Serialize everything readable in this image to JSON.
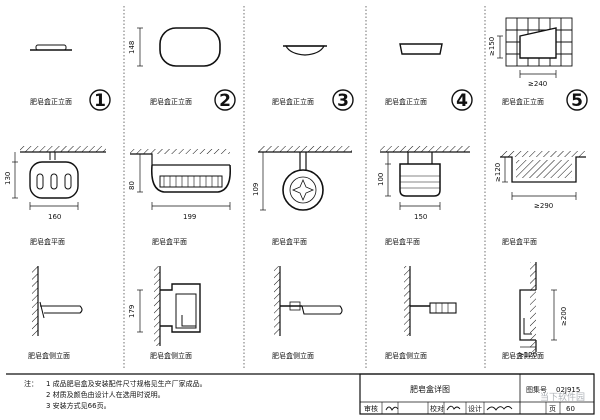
{
  "columns": [
    {
      "number": "1",
      "front_title": "肥皂盒正立面",
      "plan_title": "肥皂盒平面",
      "side_title": "肥皂盒侧立面",
      "plan_w": "160",
      "plan_h": "130"
    },
    {
      "number": "2",
      "front_title": "肥皂盒正立面",
      "front_h": "148",
      "plan_title": "肥皂盒平面",
      "side_title": "肥皂盒侧立面",
      "plan_w": "199",
      "plan_h": "80",
      "side_h": "179"
    },
    {
      "number": "3",
      "front_title": "肥皂盒正立面",
      "plan_title": "肥皂盒平面",
      "side_title": "肥皂盒侧立面",
      "plan_h": "109"
    },
    {
      "number": "4",
      "front_title": "肥皂盒正立面",
      "plan_title": "肥皂盒平面",
      "side_title": "肥皂盒侧立面",
      "plan_w": "150",
      "plan_h": "100"
    },
    {
      "number": "5",
      "front_title": "肥皂盒正立面",
      "front_h": "≥150",
      "front_w": "≥240",
      "plan_title": "肥皂盒平面",
      "side_title": "肥皂盒侧立面",
      "plan_w": "≥290",
      "plan_h": "≥120",
      "side_h": "≥200",
      "side_w": "≥120"
    }
  ],
  "notes": {
    "label": "注：",
    "items": [
      "1  成品肥皂盒及安装配件尺寸规格见生产厂家成品。",
      "2  材质及颜色由设计人在选用时说明。",
      "3  安装方式见66页。"
    ]
  },
  "title_block": {
    "drawing_title": "肥皂盒详图",
    "atlas_label": "图集号",
    "atlas_number": "02J915",
    "review_label": "审核",
    "check_label": "校对",
    "design_label": "设计",
    "page_label": "页",
    "page_number": "60"
  },
  "watermark": "当下软件园"
}
